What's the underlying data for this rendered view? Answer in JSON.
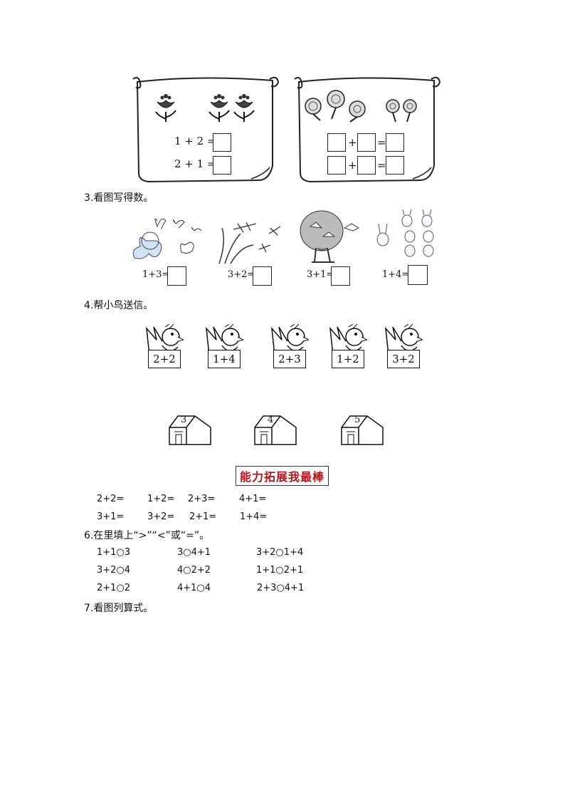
{
  "section1": {
    "flowers_eq1": "1 + 2 =",
    "flowers_eq2": "2 + 1 =",
    "plus": "+",
    "equals": "="
  },
  "q3": {
    "title": "3.看图写得数。",
    "items": [
      "1+3=",
      "3+2=",
      "3+1=",
      "1+4="
    ]
  },
  "q4": {
    "title": "4.帮小鸟送信。",
    "birds": [
      "2+2",
      "1+4",
      "2+3",
      "1+2",
      "3+2"
    ],
    "houses": [
      "3",
      "4",
      "5"
    ]
  },
  "banner": "能力拓展我最棒",
  "q5": {
    "row1": [
      "2+2=",
      "1+2=",
      "2+3=",
      "4+1="
    ],
    "row2": [
      "3+1=",
      "3+2=",
      "2+1=",
      "1+4="
    ]
  },
  "q6": {
    "title": "6.在里填上“>”“<”或“=”。",
    "rows": [
      [
        "1+1○3",
        "3○4+1",
        "3+2○1+4"
      ],
      [
        "3+2○4",
        "4○2+2",
        "1+1○2+1"
      ],
      [
        "2+1○2",
        "4+1○4",
        "2+3○4+1"
      ]
    ]
  },
  "q7": {
    "title": "7.看图列算式。"
  }
}
